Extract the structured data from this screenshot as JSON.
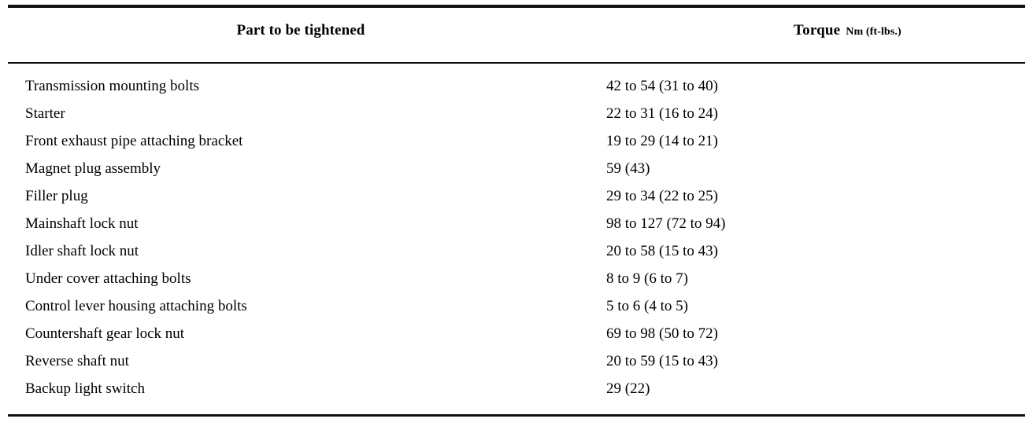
{
  "table": {
    "headers": {
      "part": "Part to be tightened",
      "torque_main": "Torque",
      "torque_units": "Nm (ft-lbs.)"
    },
    "rows": [
      {
        "part": "Transmission mounting bolts",
        "torque": "42 to 54 (31 to 40)"
      },
      {
        "part": "Starter",
        "torque": "22 to 31 (16 to 24)"
      },
      {
        "part": "Front exhaust pipe attaching bracket",
        "torque": "19 to 29 (14 to 21)"
      },
      {
        "part": "Magnet plug assembly",
        "torque": "59 (43)"
      },
      {
        "part": "Filler plug",
        "torque": "29 to 34 (22 to 25)"
      },
      {
        "part": "Mainshaft lock nut",
        "torque": "98 to 127 (72 to 94)"
      },
      {
        "part": "Idler shaft lock nut",
        "torque": "20 to 58 (15 to 43)"
      },
      {
        "part": "Under cover attaching bolts",
        "torque": "8 to 9 (6 to 7)"
      },
      {
        "part": "Control lever housing attaching bolts",
        "torque": "5 to 6 (4 to 5)"
      },
      {
        "part": "Countershaft gear lock nut",
        "torque": "69 to 98 (50 to 72)"
      },
      {
        "part": "Reverse shaft nut",
        "torque": "20 to 59 (15 to 43)"
      },
      {
        "part": "Backup light switch",
        "torque": "29 (22)"
      }
    ]
  },
  "colors": {
    "background": "#ffffff",
    "text": "#000000",
    "rule": "#111111"
  }
}
